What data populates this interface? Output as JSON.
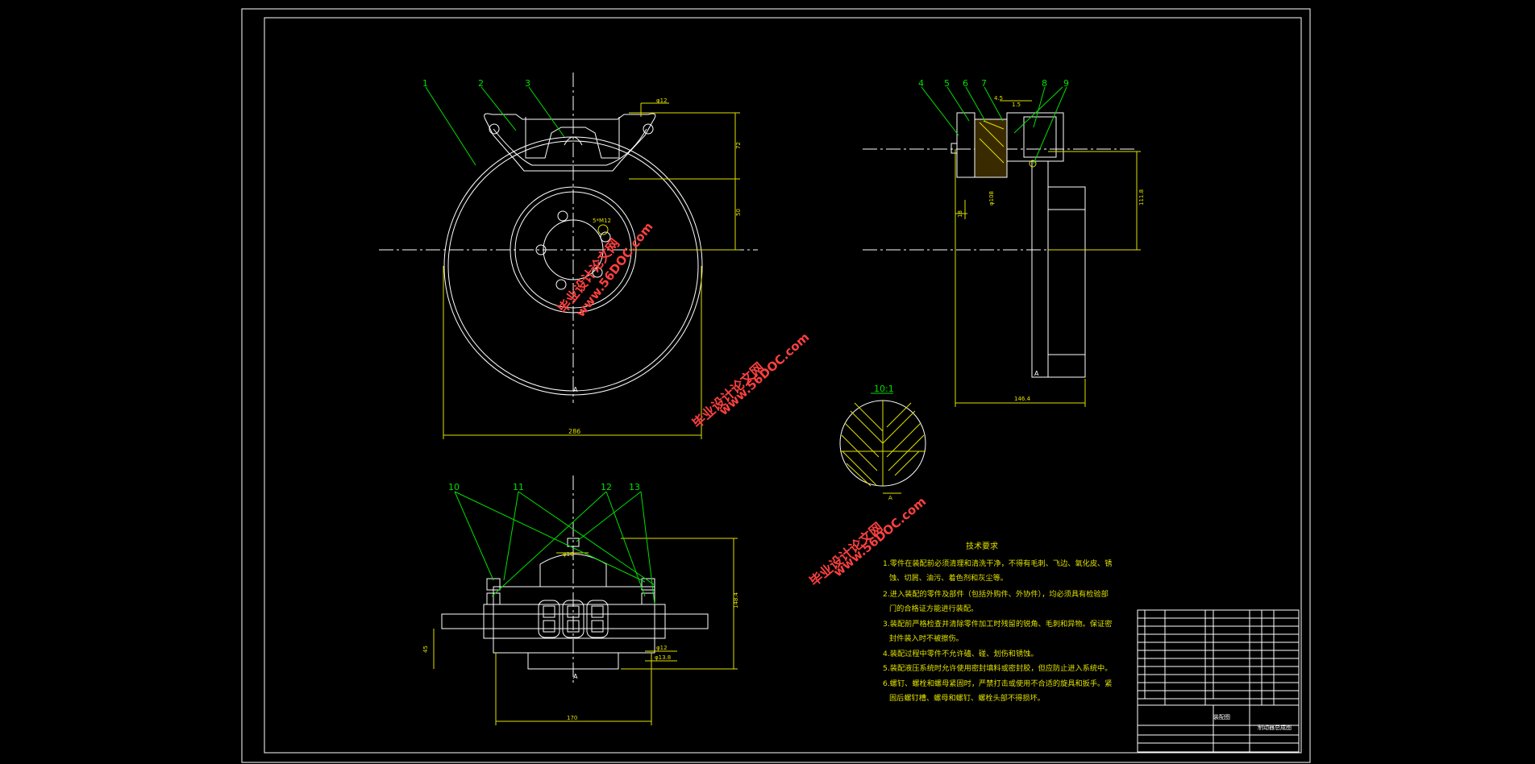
{
  "drawing": {
    "part_numbers": [
      "1",
      "2",
      "3",
      "4",
      "5",
      "6",
      "7",
      "8",
      "9",
      "10",
      "11",
      "12",
      "13"
    ],
    "dimensions": {
      "disc_diameter": "286",
      "caliper_height_top": "72",
      "disc_offset": "50",
      "top_hole": "φ12",
      "bolt_circle": "5*M12",
      "side_height": "111.8",
      "side_width": "146.4",
      "side_step": "18",
      "side_bore": "φ108",
      "side_detail_a": "4.5",
      "side_detail_b": "1.5",
      "bottom_width": "170",
      "bottom_height": "148.4",
      "bottom_left": "45",
      "bottom_hole": "φ12",
      "bottom_hole2": "φ13.8",
      "bottom_top": "φ10",
      "detail_scale": "10:1",
      "view_marks": [
        "A",
        "A",
        "A"
      ]
    },
    "tech_requirements": {
      "title": "技术要求",
      "items": [
        "1.零件在装配前必须清理和清洗干净，不得有毛刺、飞边、氧化皮、锈",
        "蚀、切屑、油污、着色剂和灰尘等。",
        "2.进入装配的零件及部件（包括外购件、外协件），均必须具有检验部",
        "门的合格证方能进行装配。",
        "3.装配前严格检查并清除零件加工时残留的锐角、毛刺和异物。保证密",
        "封件装入时不被擦伤。",
        "4.装配过程中零件不允许磕、碰、划伤和锈蚀。",
        "5.装配液压系统时允许使用密封填料或密封胶，但应防止进入系统中。",
        "6.螺钉、螺栓和螺母紧固时，严禁打击或使用不合适的旋具和扳手。紧",
        "固后螺钉槽、螺母和螺钉、螺栓头部不得损坏。"
      ]
    },
    "title_block": {
      "name": "制动器总成图",
      "category": "装配图"
    },
    "watermarks": [
      {
        "cn": "毕业设计论文网",
        "url": "www.56DOC.com"
      },
      {
        "cn": "毕业设计论文网",
        "url": "www.56DOC.com"
      },
      {
        "cn": "毕业设计论文网",
        "url": "www.56DOC.com"
      }
    ]
  }
}
